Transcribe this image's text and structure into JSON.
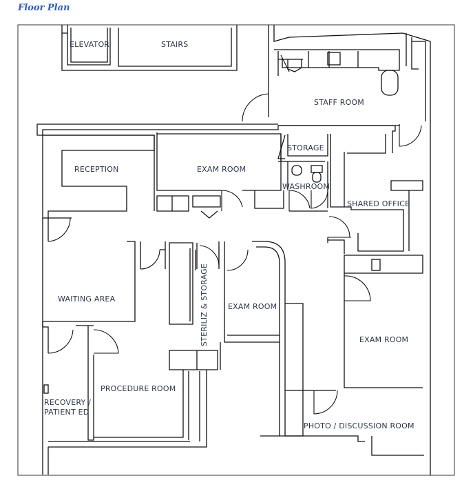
{
  "title": "Floor Plan",
  "rooms": {
    "elevator": "ELEVATOR",
    "stairs": "STAIRS",
    "staff_room": "STAFF ROOM",
    "storage": "STORAGE",
    "reception": "RECEPTION",
    "exam_room_1": "EXAM ROOM",
    "washroom": "WASHROOM",
    "shared_office": "SHARED OFFICE",
    "waiting_area": "WAITING AREA",
    "steriliz_storage": "STERILIZ & STORAGE",
    "exam_room_2": "EXAM ROOM",
    "exam_room_3": "EXAM ROOM",
    "procedure_room": "PROCEDURE ROOM",
    "recovery_line1": "RECOVERY /",
    "recovery_line2": "PATIENT ED",
    "photo_discussion": "PHOTO / DISCUSSION ROOM"
  },
  "colors": {
    "title": "#2a5bd7",
    "label": "#2c3550",
    "wall": "#111111"
  }
}
